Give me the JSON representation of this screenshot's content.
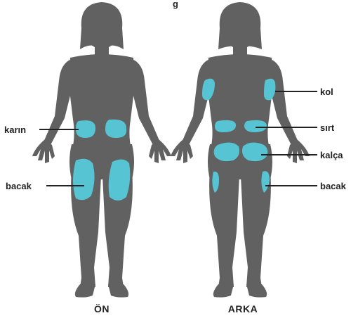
{
  "colors": {
    "body": "#616161",
    "site": "#56c4d3",
    "text": "#222222",
    "leader": "#222222"
  },
  "views": {
    "front": {
      "caption": "ÖN"
    },
    "back": {
      "caption": "ARKA"
    }
  },
  "labels": {
    "front_abdomen": "karın",
    "front_leg": "bacak",
    "back_arm": "kol",
    "back_back": "sırt",
    "back_hip": "kalça",
    "back_leg": "bacak"
  },
  "top_text_fragment": "g"
}
